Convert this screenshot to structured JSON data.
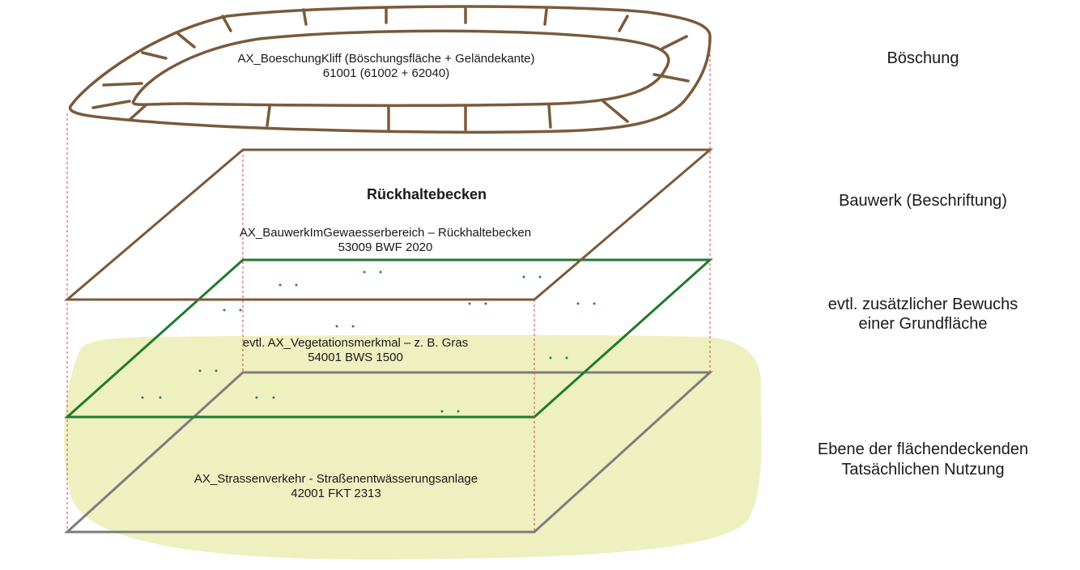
{
  "layers": {
    "boeschung": {
      "line1": "AX_BoeschungKliff (Böschungsfläche + Geländekante)",
      "line2": "61001 (61002 + 62040)",
      "side_label": "Böschung",
      "color": "#7a5a3c"
    },
    "bauwerk": {
      "title": "Rückhaltebecken",
      "line1": "AX_BauwerkImGewaesserbereich – Rückhaltebecken",
      "line2": "53009 BWF 2020",
      "side_label": "Bauwerk (Beschriftung)",
      "color": "#7a5a3c"
    },
    "vegetation": {
      "line1": "evtl. AX_Vegetationsmerkmal – z. B. Gras",
      "line2": "54001 BWS 1500",
      "side_label_line1": "evtl. zusätzlicher Bewuchs",
      "side_label_line2": "einer Grundfläche",
      "color": "#1f7a2e",
      "dot_color": "#2e7d5b"
    },
    "nutzung": {
      "line1": "AX_Strassenverkehr - Straßenentwässerungsanlage",
      "line2": "42001 FKT 2313",
      "side_label_line1": "Ebene der flächendeckenden",
      "side_label_line2": "Tatsächlichen Nutzung",
      "color": "#7d7d7d",
      "fill_color": "#eef0c0"
    }
  },
  "guide_color": "#e04040"
}
